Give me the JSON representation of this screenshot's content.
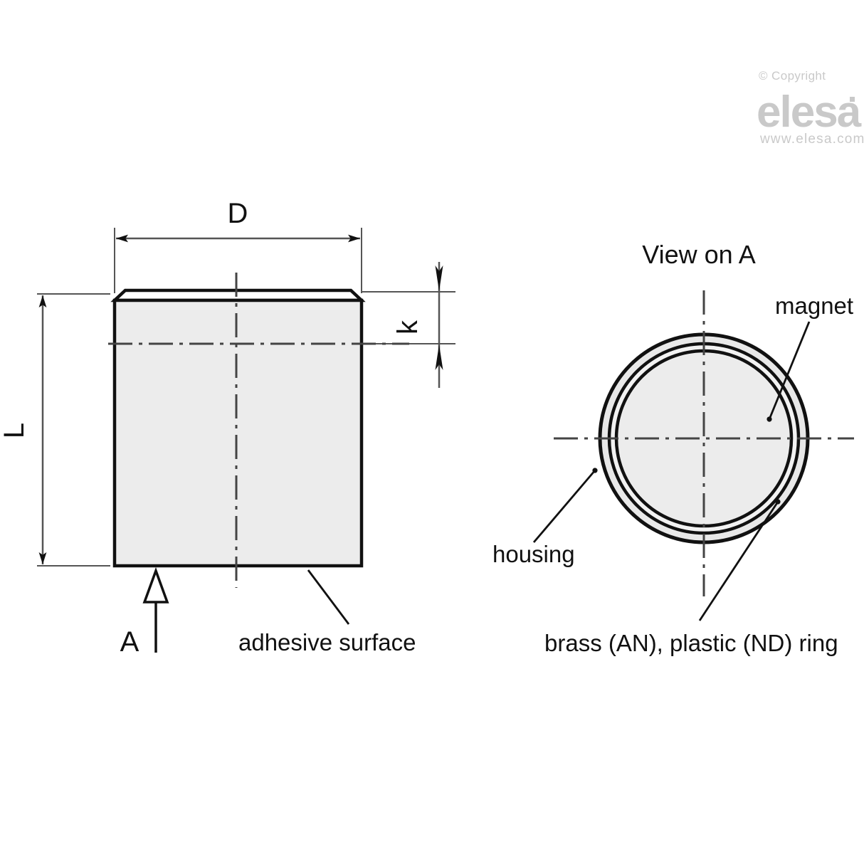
{
  "drawing": {
    "front_view": {
      "dimension_labels": {
        "width": "D",
        "height": "L",
        "chamfer_height": "k"
      },
      "view_arrow_label": "A",
      "callouts": [
        {
          "id": "adhesive-surface",
          "text": "adhesive surface"
        }
      ]
    },
    "section_view": {
      "title": "View on A",
      "callouts": [
        {
          "id": "magnet",
          "text": "magnet"
        },
        {
          "id": "housing",
          "text": "housing"
        },
        {
          "id": "ring",
          "text": "brass (AN), plastic (ND) ring"
        }
      ]
    },
    "watermark": {
      "copyright": "© Copyright",
      "brand": "elesa",
      "url": "www.elesa.com"
    },
    "colors": {
      "line": "#111111",
      "thin_line": "#555555",
      "fill_body": "#ececec",
      "fill_ring": "#e8e8e8",
      "watermark": "#c9c9c9",
      "background": "#ffffff"
    }
  }
}
